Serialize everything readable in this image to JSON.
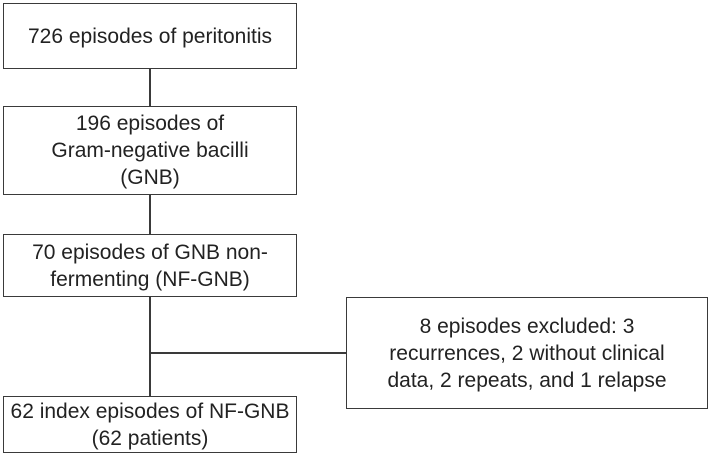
{
  "flowchart": {
    "box1": {
      "lines": [
        "726 episodes of peritonitis"
      ]
    },
    "box2": {
      "lines": [
        "196 episodes of",
        "Gram-negative bacilli",
        "(GNB)"
      ]
    },
    "box3": {
      "lines": [
        "70 episodes of GNB non-",
        "fermenting (NF-GNB)"
      ]
    },
    "exclusion": {
      "lines": [
        "8 episodes excluded: 3",
        "recurrences, 2 without clinical",
        "data, 2 repeats, and 1 relapse"
      ]
    },
    "box5": {
      "lines": [
        "62 index episodes of NF-GNB",
        "(62 patients)"
      ]
    }
  },
  "colors": {
    "border": "#3a3a3a",
    "text": "#222222",
    "background": "#ffffff"
  }
}
